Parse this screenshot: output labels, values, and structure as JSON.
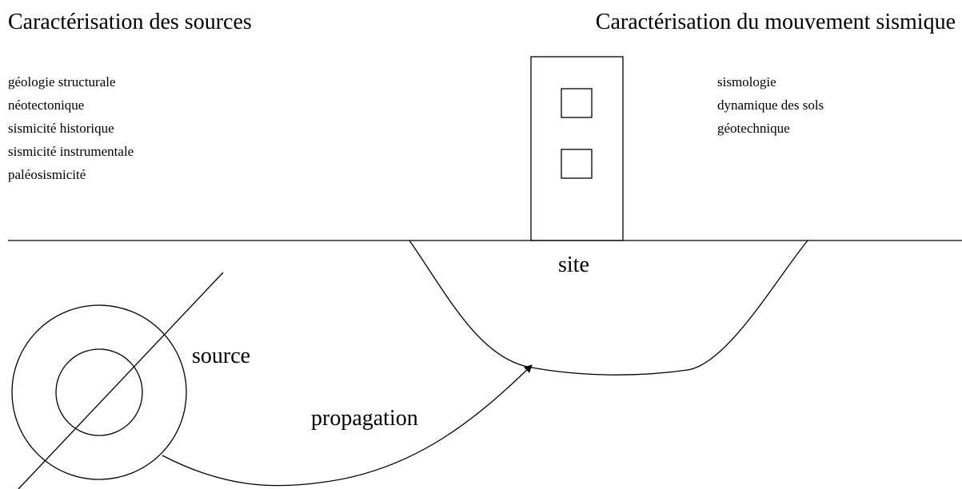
{
  "headings": {
    "sources": "Caractérisation des sources",
    "mouvement": "Caractérisation du mouvement sismique"
  },
  "source_disciplines": [
    "géologie structurale",
    "néotectonique",
    "sismicité historique",
    "sismicité instrumentale",
    "paléosismicité"
  ],
  "motion_disciplines": [
    "sismologie",
    "dynamique des sols",
    "géotechnique"
  ],
  "labels": {
    "site": "site",
    "source": "source",
    "propagation": "propagation"
  },
  "colors": {
    "line": "#000000",
    "background": "#ffffff"
  }
}
